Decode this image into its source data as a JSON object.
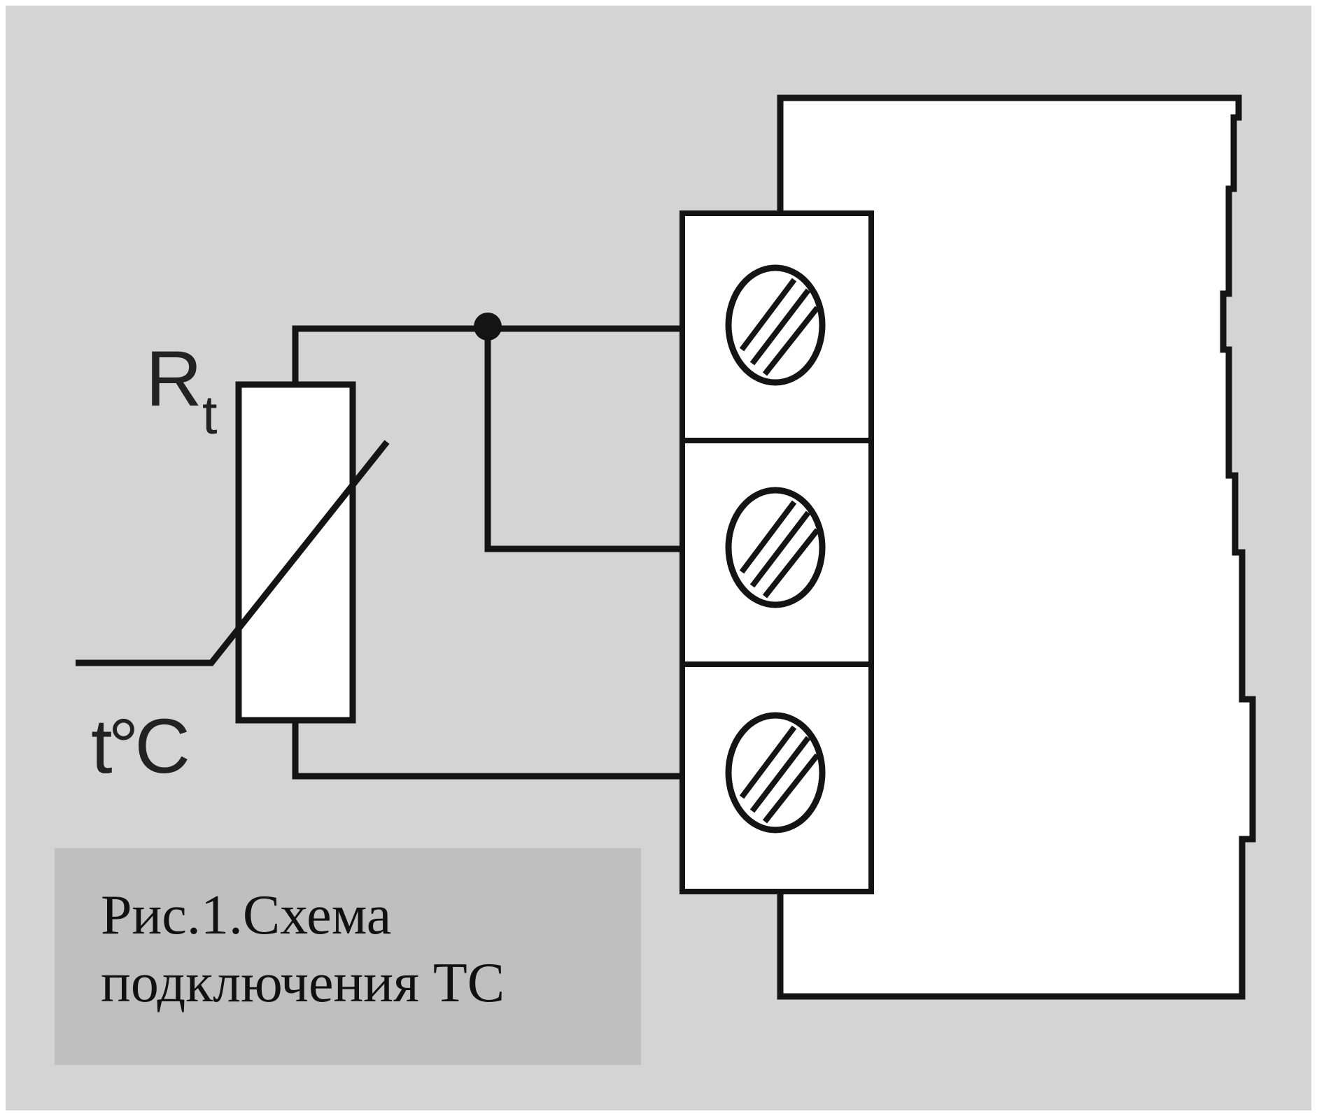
{
  "caption": {
    "line1": "Рис.1.Схема",
    "line2": "подключения ТС"
  },
  "labels": {
    "resistor_symbol": "R",
    "resistor_subscript": "t",
    "temperature_label": "t°C"
  },
  "terminal_block": {
    "terminal_count": 3
  },
  "colors": {
    "panel_bg": "#d4d4d4",
    "caption_bg": "#bfbfbf",
    "line": "#141414",
    "fill": "#ffffff"
  }
}
